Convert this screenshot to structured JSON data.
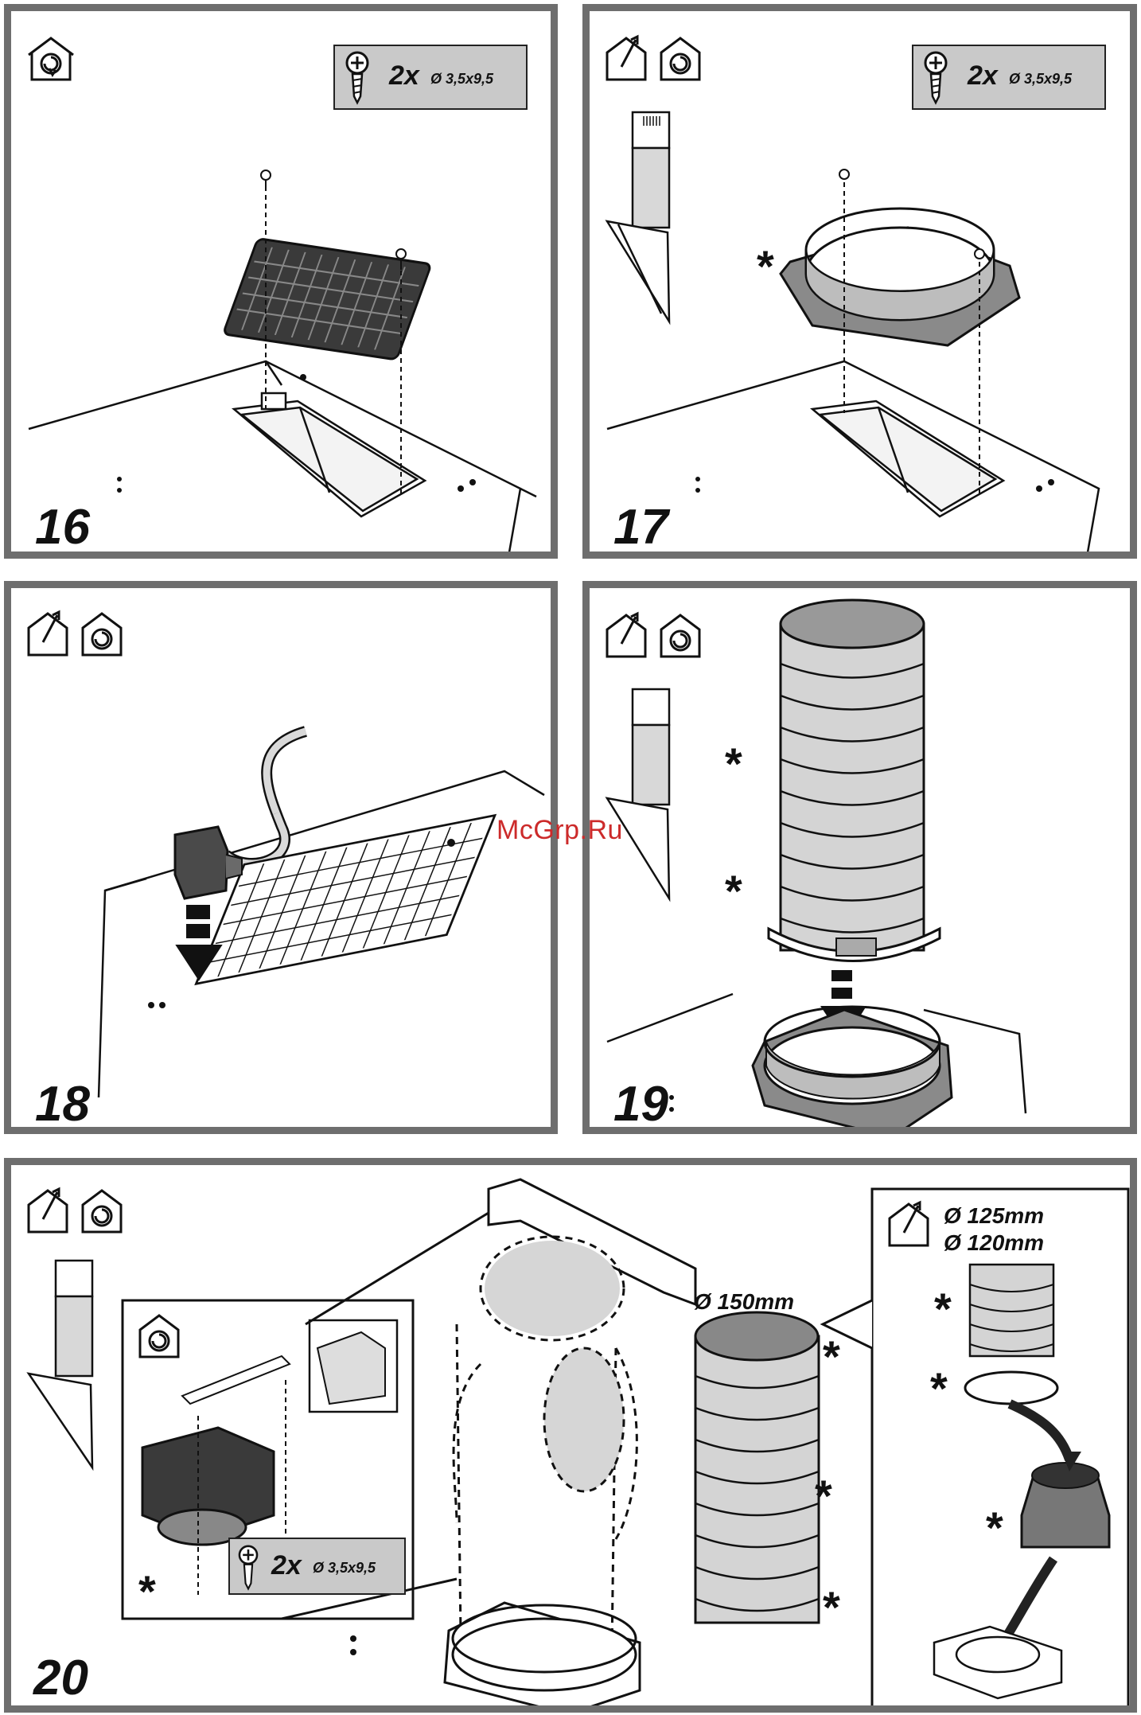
{
  "steps": {
    "s16": {
      "number": "16",
      "screw_count": "2x",
      "screw_size": "Ø 3,5x9,5"
    },
    "s17": {
      "number": "17",
      "screw_count": "2x",
      "screw_size": "Ø 3,5x9,5"
    },
    "s18": {
      "number": "18"
    },
    "s19": {
      "number": "19"
    },
    "s20": {
      "number": "20",
      "screw_count": "2x",
      "screw_size": "Ø 3,5x9,5",
      "duct_150_label": "Ø 150mm",
      "duct_125_label": "Ø 125mm",
      "duct_120_label": "Ø 120mm"
    }
  },
  "watermark": "McGrp.Ru",
  "icons": {
    "recirculation": "house-recirculation-icon",
    "ducted": "house-ducted-icon",
    "screw": "screw-icon"
  },
  "colors": {
    "frame": "#6e6e6e",
    "badge": "#c9c9c9",
    "part_fill": "#cfcfcf",
    "filter_dark": "#3a3a3a",
    "watermark": "#cc2a2a"
  }
}
